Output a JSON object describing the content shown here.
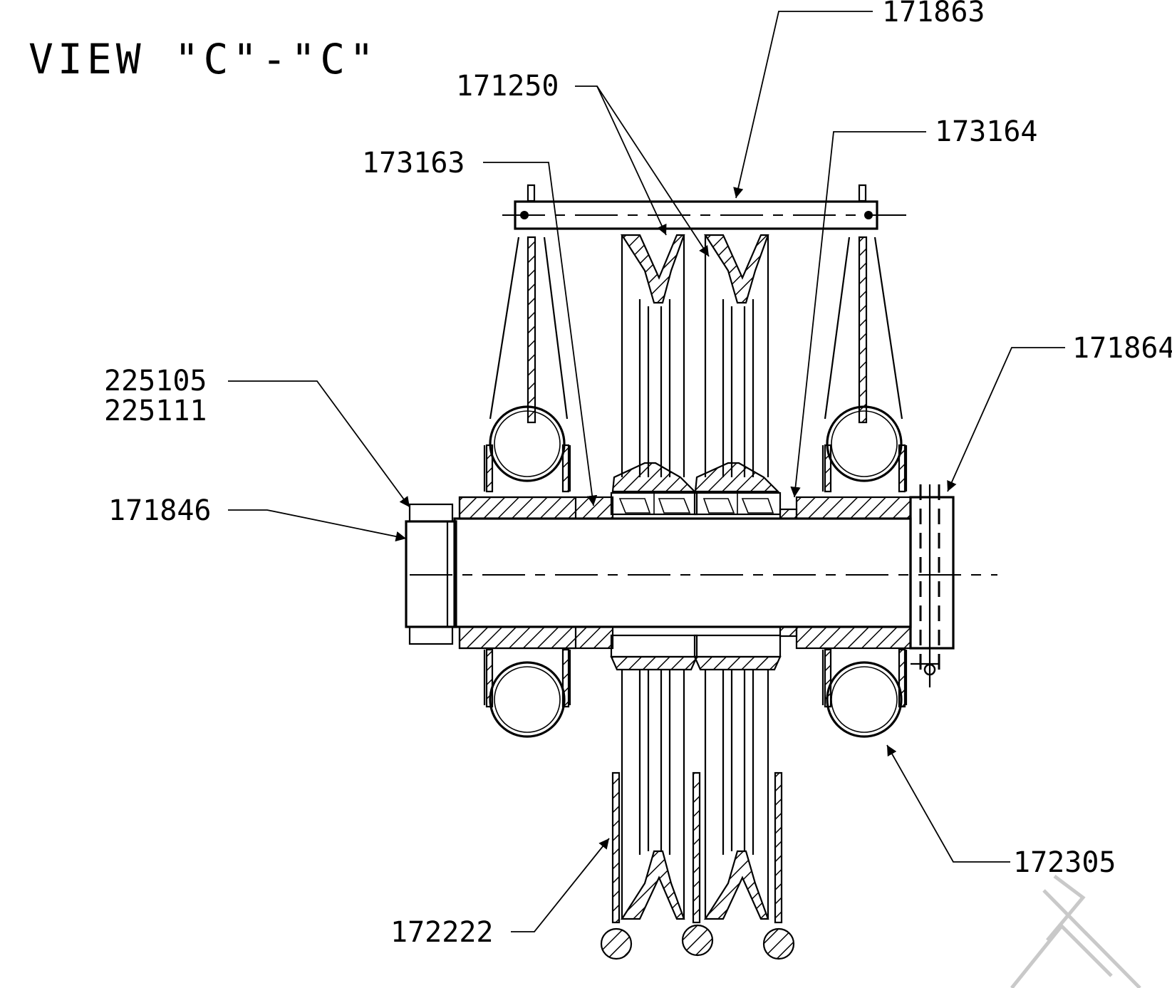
{
  "view_title": "VIEW \"C\"-\"C\"",
  "part_labels": {
    "p171863": "171863",
    "p171250": "171250",
    "p173164": "173164",
    "p173163": "173163",
    "p171864": "171864",
    "p225105": "225105",
    "p225111": "225111",
    "p171846": "171846",
    "p172305": "172305",
    "p172222": "172222"
  }
}
